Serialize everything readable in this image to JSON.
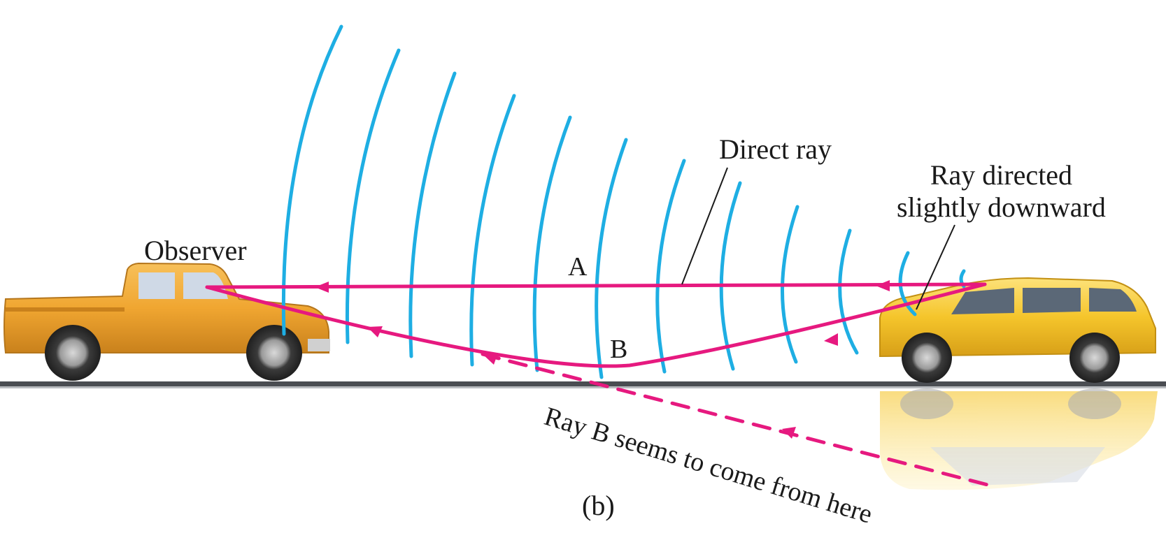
{
  "labels": {
    "direct_ray": "Direct ray",
    "ray_directed_line1": "Ray directed",
    "ray_directed_line2": "slightly downward",
    "observer": "Observer",
    "point_a": "A",
    "point_b": "B",
    "ray_b_seems": "Ray B seems to come from here",
    "caption": "(b)"
  },
  "colors": {
    "ray": "#e6197f",
    "wavefront": "#1eaee3",
    "road": "#4a4d52",
    "truck_body": "#f0a631",
    "van_body": "#f5c52b",
    "text": "#1a1a1a"
  }
}
